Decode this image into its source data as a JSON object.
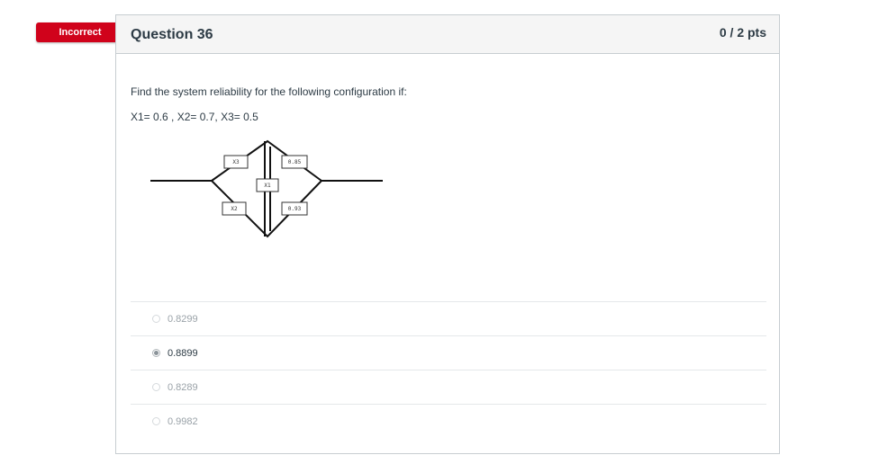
{
  "status_badge": "Incorrect",
  "question": {
    "title": "Question 36",
    "points": "0 / 2 pts",
    "text": "Find the system reliability for the following configuration if:",
    "values": "X1= 0.6 , X2= 0.7, X3= 0.5"
  },
  "diagram": {
    "labels": {
      "x3": "X3",
      "x1": "X1",
      "x2": "X2",
      "c085": "0.85",
      "c093": "0.93"
    }
  },
  "answers": [
    {
      "label": "0.8299",
      "selected": false
    },
    {
      "label": "0.8899",
      "selected": true
    },
    {
      "label": "0.8289",
      "selected": false
    },
    {
      "label": "0.9982",
      "selected": false
    }
  ]
}
